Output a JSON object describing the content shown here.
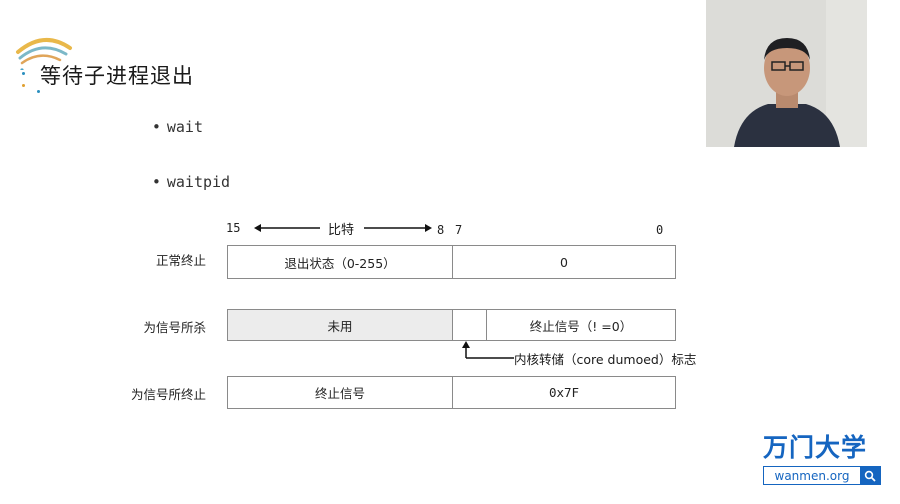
{
  "slide": {
    "title": "等待子进程退出",
    "bullets": [
      "wait",
      "waitpid"
    ]
  },
  "bit_header": {
    "high": "15",
    "label": "比特",
    "mid_high": "8",
    "mid_low": "7",
    "low": "0"
  },
  "rows": [
    {
      "label": "正常终止",
      "left": "退出状态（0-255）",
      "right": "0"
    },
    {
      "label": "为信号所杀",
      "left": "未用",
      "right": "终止信号（! =0）"
    },
    {
      "label": "为信号所终止",
      "left": "终止信号",
      "right": "0x7F"
    }
  ],
  "core_annotation": "内核转储（core dumoed）标志",
  "branding": {
    "name": "万门大学",
    "url": "wanmen.org",
    "color": "#1565c0"
  },
  "icons": {
    "search": "search-icon",
    "logo": "rainbow-arc-logo"
  }
}
